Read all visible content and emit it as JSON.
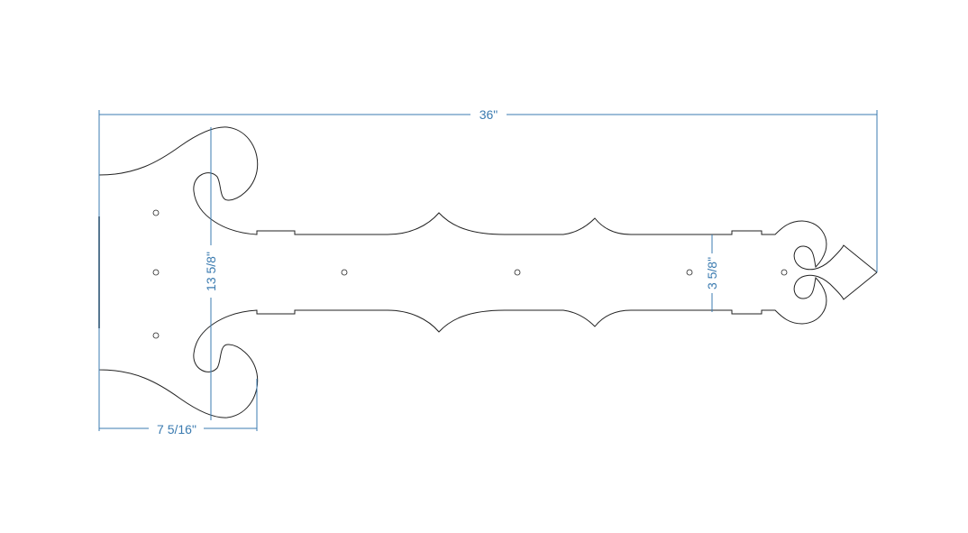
{
  "drawing": {
    "subject": "",
    "dimensions": {
      "overall_length": "36\"",
      "head_height": "13 5/8\"",
      "head_width": "7 5/16\"",
      "strap_width": "3 5/8\""
    },
    "colors": {
      "dimension": "#3b7bb0",
      "outline": "#222222"
    }
  }
}
